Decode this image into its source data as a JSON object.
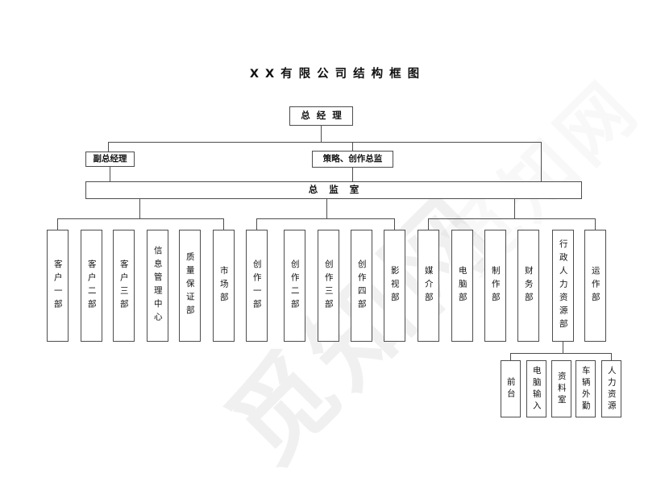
{
  "title": "XX有限公司结构框图",
  "watermark": "觅知网",
  "colors": {
    "line": "#4d4d4d",
    "text": "#111111",
    "background": "#ffffff"
  },
  "nodes": {
    "general_manager": "总经理",
    "deputy_general_manager": "副总经理",
    "strategy_creative_director": "策略、创作总监",
    "directors_office": "总监室"
  },
  "groups": {
    "left": [
      "客户一部",
      "客户二部",
      "客户三部",
      "信息管理中心",
      "质量保证部",
      "市场部"
    ],
    "middle": [
      "创作一部",
      "创作二部",
      "创作三部",
      "创作四部",
      "影视部"
    ],
    "right": [
      "媒介部",
      "电脑部",
      "制作部",
      "财务部",
      "行政人力资源部",
      "运作部"
    ],
    "admin_sub": [
      "前台",
      "电脑输入",
      "资料室",
      "车辆外勤",
      "人力资源"
    ]
  }
}
